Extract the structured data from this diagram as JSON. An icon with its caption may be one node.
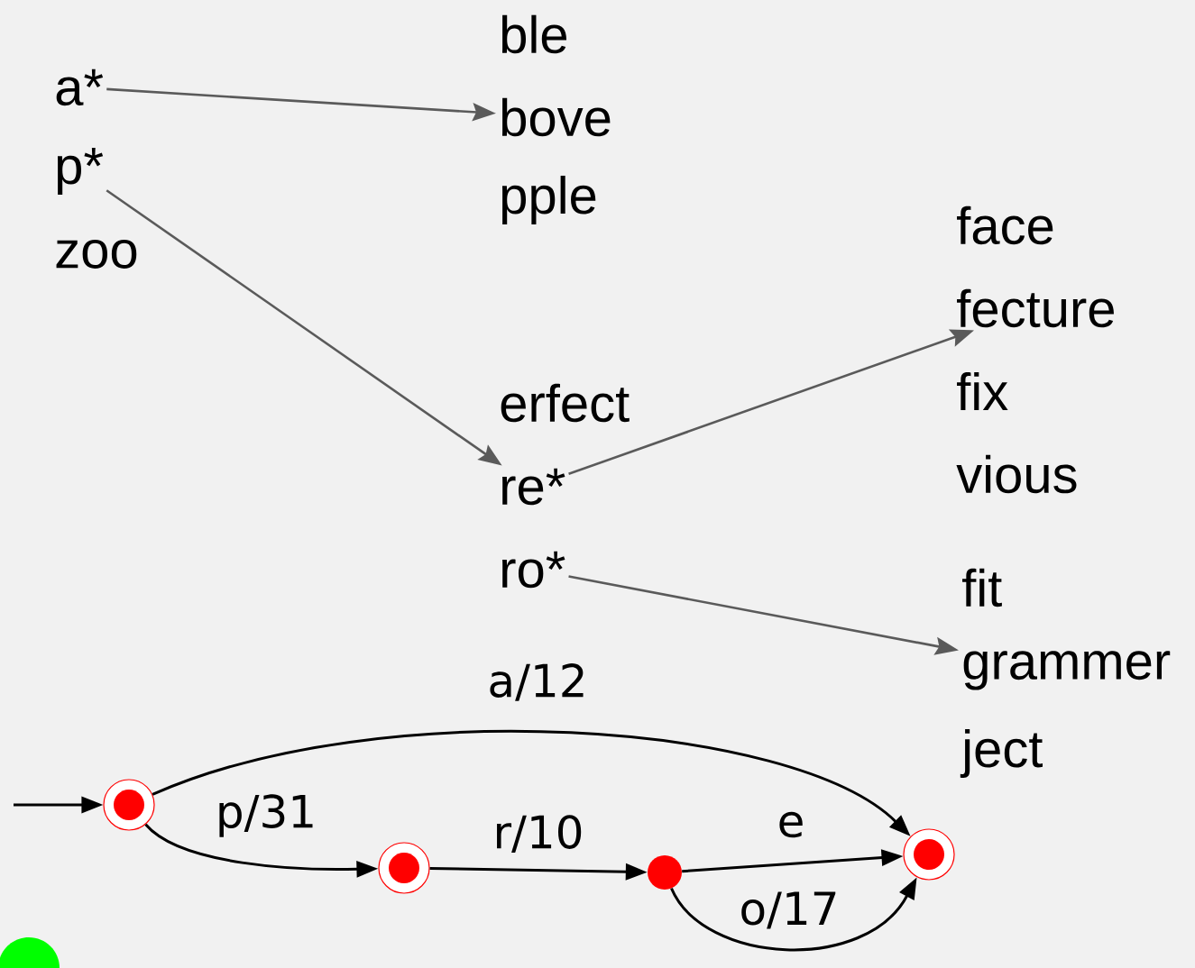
{
  "diagram": {
    "nodes": [
      {
        "text": [
          "a*"
        ]
      },
      {
        "text": [
          "p*"
        ]
      },
      {
        "text": [
          "zoo"
        ]
      },
      {
        "text": [
          "ble"
        ]
      },
      {
        "text": [
          "bove"
        ]
      },
      {
        "text": [
          "pple"
        ]
      },
      {
        "text": [
          "erfect"
        ]
      },
      {
        "text": [
          "re*"
        ]
      },
      {
        "text": [
          "ro*"
        ]
      },
      {
        "text": [
          "face"
        ]
      },
      {
        "text": [
          "fecture"
        ]
      },
      {
        "text": [
          "fix"
        ]
      },
      {
        "text": [
          "vious"
        ]
      },
      {
        "text": [
          "fit"
        ]
      },
      {
        "text": [
          "grammer"
        ]
      },
      {
        "text": [
          "ject"
        ]
      },
      {
        "text": [],
        "shape": "circle"
      },
      {
        "text": [],
        "shape": "circle"
      },
      {
        "text": [],
        "shape": "circle"
      },
      {
        "text": [],
        "shape": "circle"
      }
    ],
    "edges": [
      {
        "from": 0,
        "to": 4,
        "arrow": "to",
        "color": "#5a5a5a"
      },
      {
        "from": 1,
        "to": 7,
        "arrow": "to",
        "color": "#5a5a5a"
      },
      {
        "from": 7,
        "to": 10,
        "arrow": "to",
        "color": "#5a5a5a"
      },
      {
        "from": 8,
        "to": 14,
        "arrow": "to",
        "color": "#5a5a5a"
      },
      {
        "from": null,
        "to": 16,
        "arrow": "to"
      },
      {
        "from": 16,
        "to": 19,
        "arrow": "to",
        "label": "a/12"
      },
      {
        "from": 16,
        "to": 17,
        "arrow": "to",
        "label": "p/31"
      },
      {
        "from": 17,
        "to": 18,
        "arrow": "to",
        "label": "r/10"
      },
      {
        "from": 18,
        "to": 19,
        "arrow": "to",
        "label": "e"
      },
      {
        "from": 18,
        "to": 19,
        "arrow": "to",
        "label": "o/17"
      }
    ]
  }
}
